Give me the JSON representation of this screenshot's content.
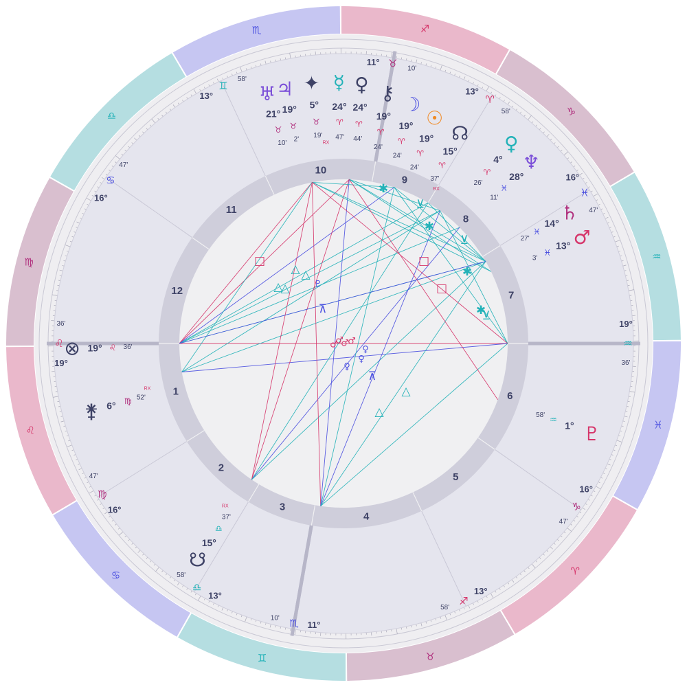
{
  "colors": {
    "fire": "#eab8cb",
    "earth": "#d9bfcf",
    "air": "#b5dee1",
    "water": "#c6c6f2",
    "ring_bg": "#efeef1",
    "inner_bg": "#e5e5ee",
    "house_ring": "#cfcedb",
    "center_bg": "#f0f0f2",
    "red": "#d6356a",
    "blue": "#4a4fe0",
    "teal": "#23b2b8",
    "purple": "#7b4fd8",
    "dark": "#3e4266"
  },
  "zodiac": [
    {
      "sign": "aquarius",
      "glyph": "♒",
      "color": "#23b2b8"
    },
    {
      "sign": "capricorn",
      "glyph": "♑",
      "color": "#b1327f"
    },
    {
      "sign": "sagittarius",
      "glyph": "♐",
      "color": "#d6356a"
    },
    {
      "sign": "scorpio",
      "glyph": "♏",
      "color": "#4a4fe0"
    },
    {
      "sign": "libra",
      "glyph": "♎",
      "color": "#23b2b8"
    },
    {
      "sign": "virgo",
      "glyph": "♍",
      "color": "#b1327f"
    },
    {
      "sign": "leo",
      "glyph": "♌",
      "color": "#d6356a"
    },
    {
      "sign": "cancer",
      "glyph": "♋",
      "color": "#4a4fe0"
    },
    {
      "sign": "gemini",
      "glyph": "♊",
      "color": "#23b2b8"
    },
    {
      "sign": "taurus",
      "glyph": "♉",
      "color": "#b1327f"
    },
    {
      "sign": "aries",
      "glyph": "♈",
      "color": "#d6356a"
    },
    {
      "sign": "pisces",
      "glyph": "♓",
      "color": "#4a4fe0"
    }
  ],
  "houses": [
    {
      "n": "1",
      "deg": "19°",
      "min": "36'"
    },
    {
      "n": "2",
      "deg": "",
      "min": ""
    },
    {
      "n": "3",
      "deg": "",
      "min": ""
    },
    {
      "n": "4",
      "deg": "11°",
      "min": "10'"
    },
    {
      "n": "5",
      "deg": "",
      "min": ""
    },
    {
      "n": "6",
      "deg": "",
      "min": ""
    },
    {
      "n": "7",
      "deg": "19°",
      "min": "36'"
    },
    {
      "n": "8",
      "deg": "",
      "min": ""
    },
    {
      "n": "9",
      "deg": "",
      "min": ""
    },
    {
      "n": "10",
      "deg": "11°",
      "min": "10'"
    },
    {
      "n": "11",
      "deg": "",
      "min": ""
    },
    {
      "n": "12",
      "deg": "",
      "min": ""
    }
  ],
  "cusp_labels": [
    {
      "deg": "19°",
      "min": "36'",
      "glyph": "♌"
    },
    {
      "deg": "16°",
      "min": "47'",
      "glyph": "♍"
    },
    {
      "deg": "13°",
      "min": "58'",
      "glyph": "♎"
    },
    {
      "deg": "11°",
      "min": "10'",
      "glyph": "♏"
    },
    {
      "deg": "13°",
      "min": "58'",
      "glyph": "♐"
    },
    {
      "deg": "16°",
      "min": "47'",
      "glyph": "♑"
    },
    {
      "deg": "19°",
      "min": "36'",
      "glyph": "♒"
    },
    {
      "deg": "16°",
      "min": "47'",
      "glyph": "♓"
    },
    {
      "deg": "13°",
      "min": "58'",
      "glyph": "♈"
    },
    {
      "deg": "11°",
      "min": "10'",
      "glyph": "♉"
    },
    {
      "deg": "13°",
      "min": "58'",
      "glyph": "♊"
    },
    {
      "deg": "16°",
      "min": "47'",
      "glyph": "♋"
    }
  ],
  "planets": [
    {
      "name": "uranus",
      "glyph": "♅",
      "deg": "21°",
      "sign": "♉",
      "min": "10'",
      "color": "#7b4fd8",
      "rx": ""
    },
    {
      "name": "jupiter",
      "glyph": "♃",
      "deg": "19°",
      "sign": "♉",
      "min": "2'",
      "color": "#7b4fd8",
      "rx": ""
    },
    {
      "name": "fixed-star",
      "glyph": "✦",
      "deg": "5°",
      "sign": "♉",
      "min": "19'",
      "color": "#3e4266",
      "rx": "RX"
    },
    {
      "name": "mercury",
      "glyph": "☿",
      "deg": "24°",
      "sign": "♈",
      "min": "47'",
      "color": "#23b2b8",
      "rx": ""
    },
    {
      "name": "venus-dark",
      "glyph": "♀",
      "deg": "24°",
      "sign": "♈",
      "min": "44'",
      "color": "#3e4266",
      "rx": ""
    },
    {
      "name": "chiron",
      "glyph": "⚷",
      "deg": "19°",
      "sign": "♈",
      "min": "24'",
      "color": "#3e4266",
      "rx": ""
    },
    {
      "name": "moon",
      "glyph": "☽",
      "deg": "19°",
      "sign": "♈",
      "min": "24'",
      "color": "#4a4fe0",
      "rx": ""
    },
    {
      "name": "sun",
      "glyph": "☉",
      "deg": "19°",
      "sign": "♈",
      "min": "24'",
      "color": "#f08a24",
      "rx": ""
    },
    {
      "name": "north-node",
      "glyph": "☊",
      "deg": "15°",
      "sign": "♈",
      "min": "37'",
      "color": "#3e4266",
      "rx": "RX"
    },
    {
      "name": "venus",
      "glyph": "♀",
      "deg": "4°",
      "sign": "♈",
      "min": "26'",
      "color": "#23b2b8",
      "rx": ""
    },
    {
      "name": "neptune",
      "glyph": "♆",
      "deg": "28°",
      "sign": "♓",
      "min": "11'",
      "color": "#7b4fd8",
      "rx": ""
    },
    {
      "name": "saturn",
      "glyph": "♄",
      "deg": "14°",
      "sign": "♓",
      "min": "27'",
      "color": "#b1327f",
      "rx": ""
    },
    {
      "name": "mars",
      "glyph": "♂",
      "deg": "13°",
      "sign": "♓",
      "min": "3'",
      "color": "#d6356a",
      "rx": ""
    },
    {
      "name": "pluto",
      "glyph": "♇",
      "deg": "1°",
      "sign": "♒",
      "min": "58'",
      "color": "#d6356a",
      "rx": ""
    },
    {
      "name": "south-node",
      "glyph": "☋",
      "deg": "15°",
      "sign": "♎",
      "min": "37'",
      "color": "#3e4266",
      "rx": "RX"
    },
    {
      "name": "lilith",
      "glyph": "⚵",
      "deg": "6°",
      "sign": "♍",
      "min": "52'",
      "color": "#3e4266",
      "rx": "RX"
    },
    {
      "name": "part-of-fortune",
      "glyph": "⊗",
      "deg": "19°",
      "sign": "♌",
      "min": "36'",
      "color": "#3e4266",
      "rx": ""
    }
  ],
  "aspect_glyphs": {
    "trine": "△",
    "square": "□",
    "sextile": "✱",
    "quincunx": "⊼",
    "semisextile": "⊻"
  }
}
